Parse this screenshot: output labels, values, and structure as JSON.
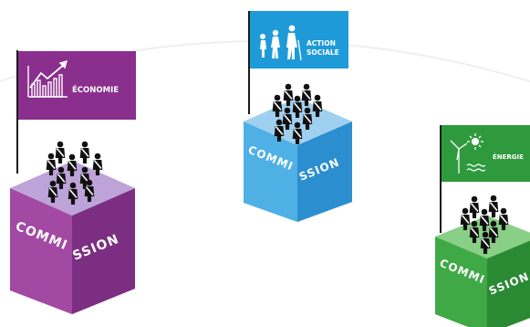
{
  "commissions": [
    {
      "flag_label": "ÉCONOMIE",
      "flag_icon": "growth-chart-icon",
      "cube_label_1": "COMMI",
      "cube_label_2": "SSION",
      "colors": {
        "flag": "#8a2f8e",
        "top": "#bda3d8",
        "front": "#a24aa3",
        "side": "#7c2f82"
      }
    },
    {
      "flag_label_line1": "ACTION",
      "flag_label_line2": "SOCIALE",
      "flag_icon": "family-walking-icon",
      "cube_label_1": "COMMI",
      "cube_label_2": "SSION",
      "colors": {
        "flag": "#1f9ad8",
        "top": "#9fd0ef",
        "front": "#4fb0e6",
        "side": "#2b8fcf"
      }
    },
    {
      "flag_label": "ÉNERGIE",
      "flag_icon": "wind-sun-icon",
      "cube_label_1": "COMMI",
      "cube_label_2": "SSION",
      "colors": {
        "flag": "#2e9a3d",
        "top": "#89cf86",
        "front": "#3fa946",
        "side": "#2a8a34"
      }
    }
  ]
}
